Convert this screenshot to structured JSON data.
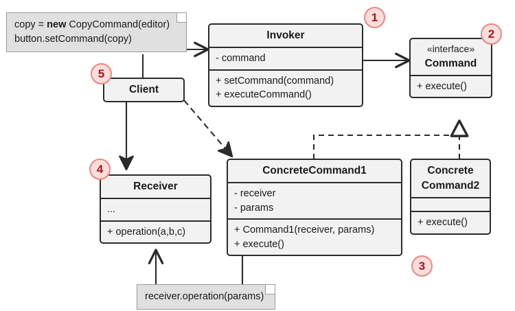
{
  "diagram": {
    "title": "Command design pattern UML class diagram",
    "background": "#ffffff",
    "stroke": "#2b2b2b",
    "class_fill": "#f2f2f2",
    "note_fill": "#e0e0e0",
    "note_stroke": "#9a9a9a",
    "badge_fill": "#fbdedc",
    "badge_stroke": "#f4847c",
    "badge_text_color": "#b01118"
  },
  "notes": {
    "client_code": {
      "line1_pre": "copy = ",
      "line1_kw": "new",
      "line1_post": " CopyCommand(editor)",
      "line2": "button.setCommand(copy)"
    },
    "receiver_call": {
      "line1": "receiver.operation(params)"
    }
  },
  "classes": {
    "invoker": {
      "name": "Invoker",
      "attributes": [
        "- command"
      ],
      "operations": [
        "+ setCommand(command)",
        "+ executeCommand()"
      ]
    },
    "command": {
      "stereotype": "«interface»",
      "name": "Command",
      "operations": [
        "+ execute()"
      ]
    },
    "client": {
      "name": "Client"
    },
    "receiver": {
      "name": "Receiver",
      "attributes": [
        "..."
      ],
      "operations": [
        "+ operation(a,b,c)"
      ]
    },
    "concrete_command_1": {
      "name": "ConcreteCommand1",
      "attributes": [
        "- receiver",
        "- params"
      ],
      "operations": [
        "+ Command1(receiver, params)",
        "+ execute()"
      ]
    },
    "concrete_command_2": {
      "name_line1": "Concrete",
      "name_line2": "Command2",
      "attributes": [],
      "operations": [
        "+ execute()"
      ]
    }
  },
  "badges": {
    "invoker": "1",
    "command": "2",
    "concrete_command_2": "3",
    "receiver": "4",
    "client": "5"
  }
}
